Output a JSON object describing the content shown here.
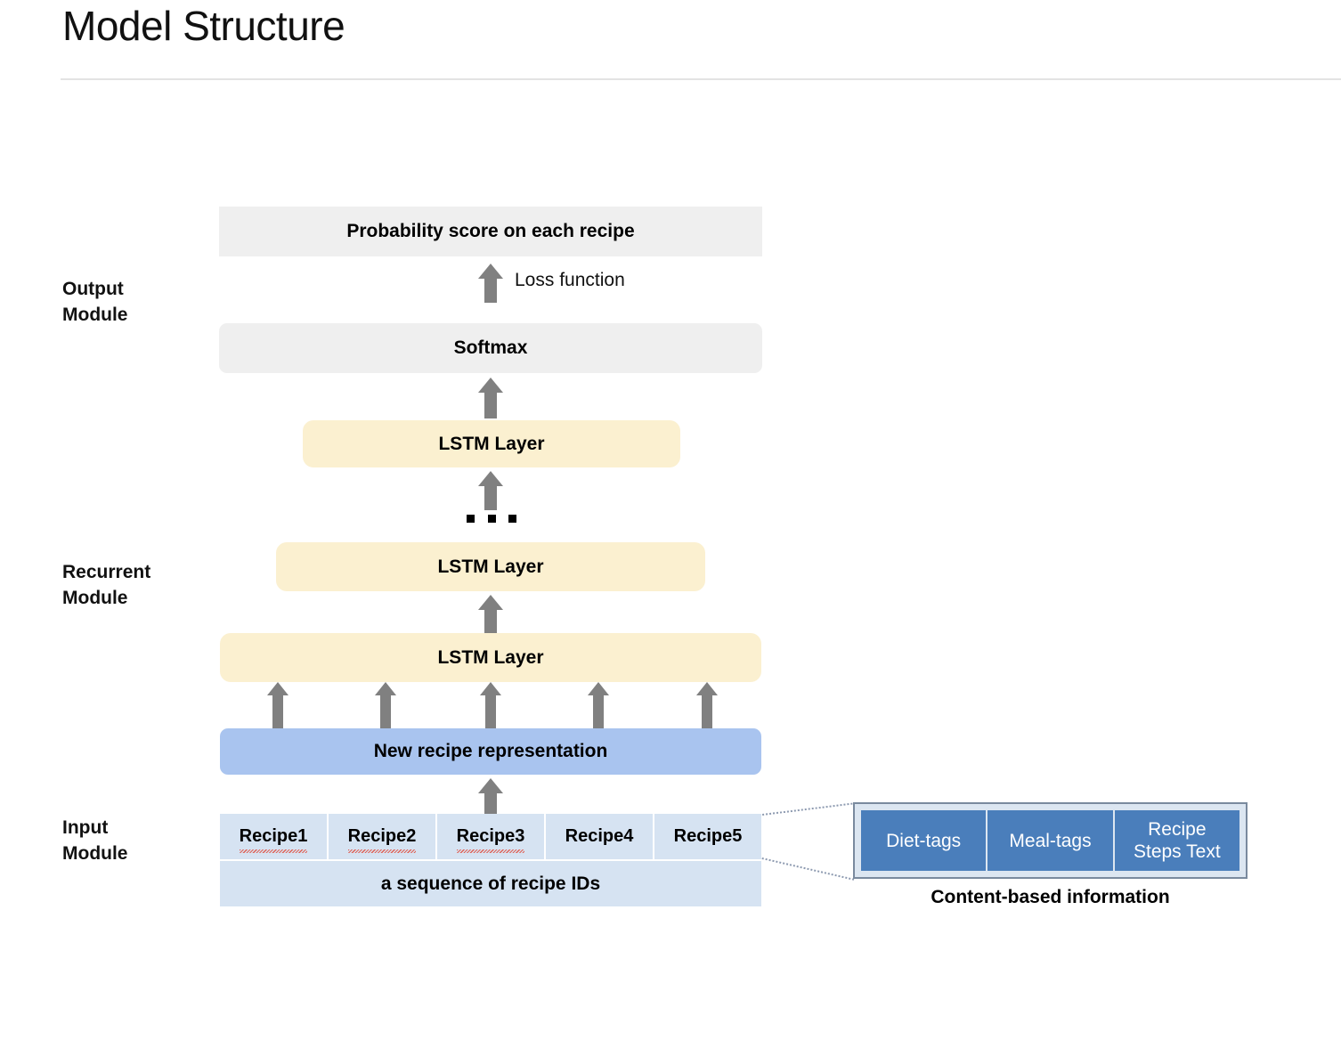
{
  "header": {
    "title": "Model Structure"
  },
  "modules": {
    "output": {
      "label": "Output\nModule",
      "blocks": [
        {
          "text": "Probability score on each recipe"
        },
        {
          "text": "Softmax"
        }
      ],
      "arrow_label": "Loss function"
    },
    "recurrent": {
      "label": "Recurrent\nModule",
      "blocks": [
        {
          "text": "LSTM Layer"
        },
        {
          "text": "LSTM Layer"
        },
        {
          "text": "LSTM Layer"
        }
      ],
      "ellipsis": "• • •"
    },
    "input": {
      "label": "Input\nModule",
      "representation": "New recipe representation",
      "recipes": [
        {
          "text": "Recipe1",
          "misspelled": true
        },
        {
          "text": "Recipe2",
          "misspelled": true
        },
        {
          "text": "Recipe3",
          "misspelled": true
        },
        {
          "text": "Recipe4",
          "misspelled": false
        },
        {
          "text": "Recipe5",
          "misspelled": false
        }
      ],
      "sequence_caption": "a sequence of recipe IDs",
      "content_panel": {
        "cells": [
          "Diet-tags",
          "Meal-tags",
          "Recipe\nSteps Text"
        ],
        "caption": "Content-based information"
      }
    }
  },
  "colors": {
    "gray_block": "#efefef",
    "lstm_yellow": "#fbf0d0",
    "representation_blue": "#a9c4ef",
    "recipe_cell_blue": "#d6e3f2",
    "content_cell_blue": "#4a7ebb",
    "content_panel_blue": "#dce6f1",
    "arrow_gray": "#808080",
    "module_border": "#9aa7bd"
  }
}
